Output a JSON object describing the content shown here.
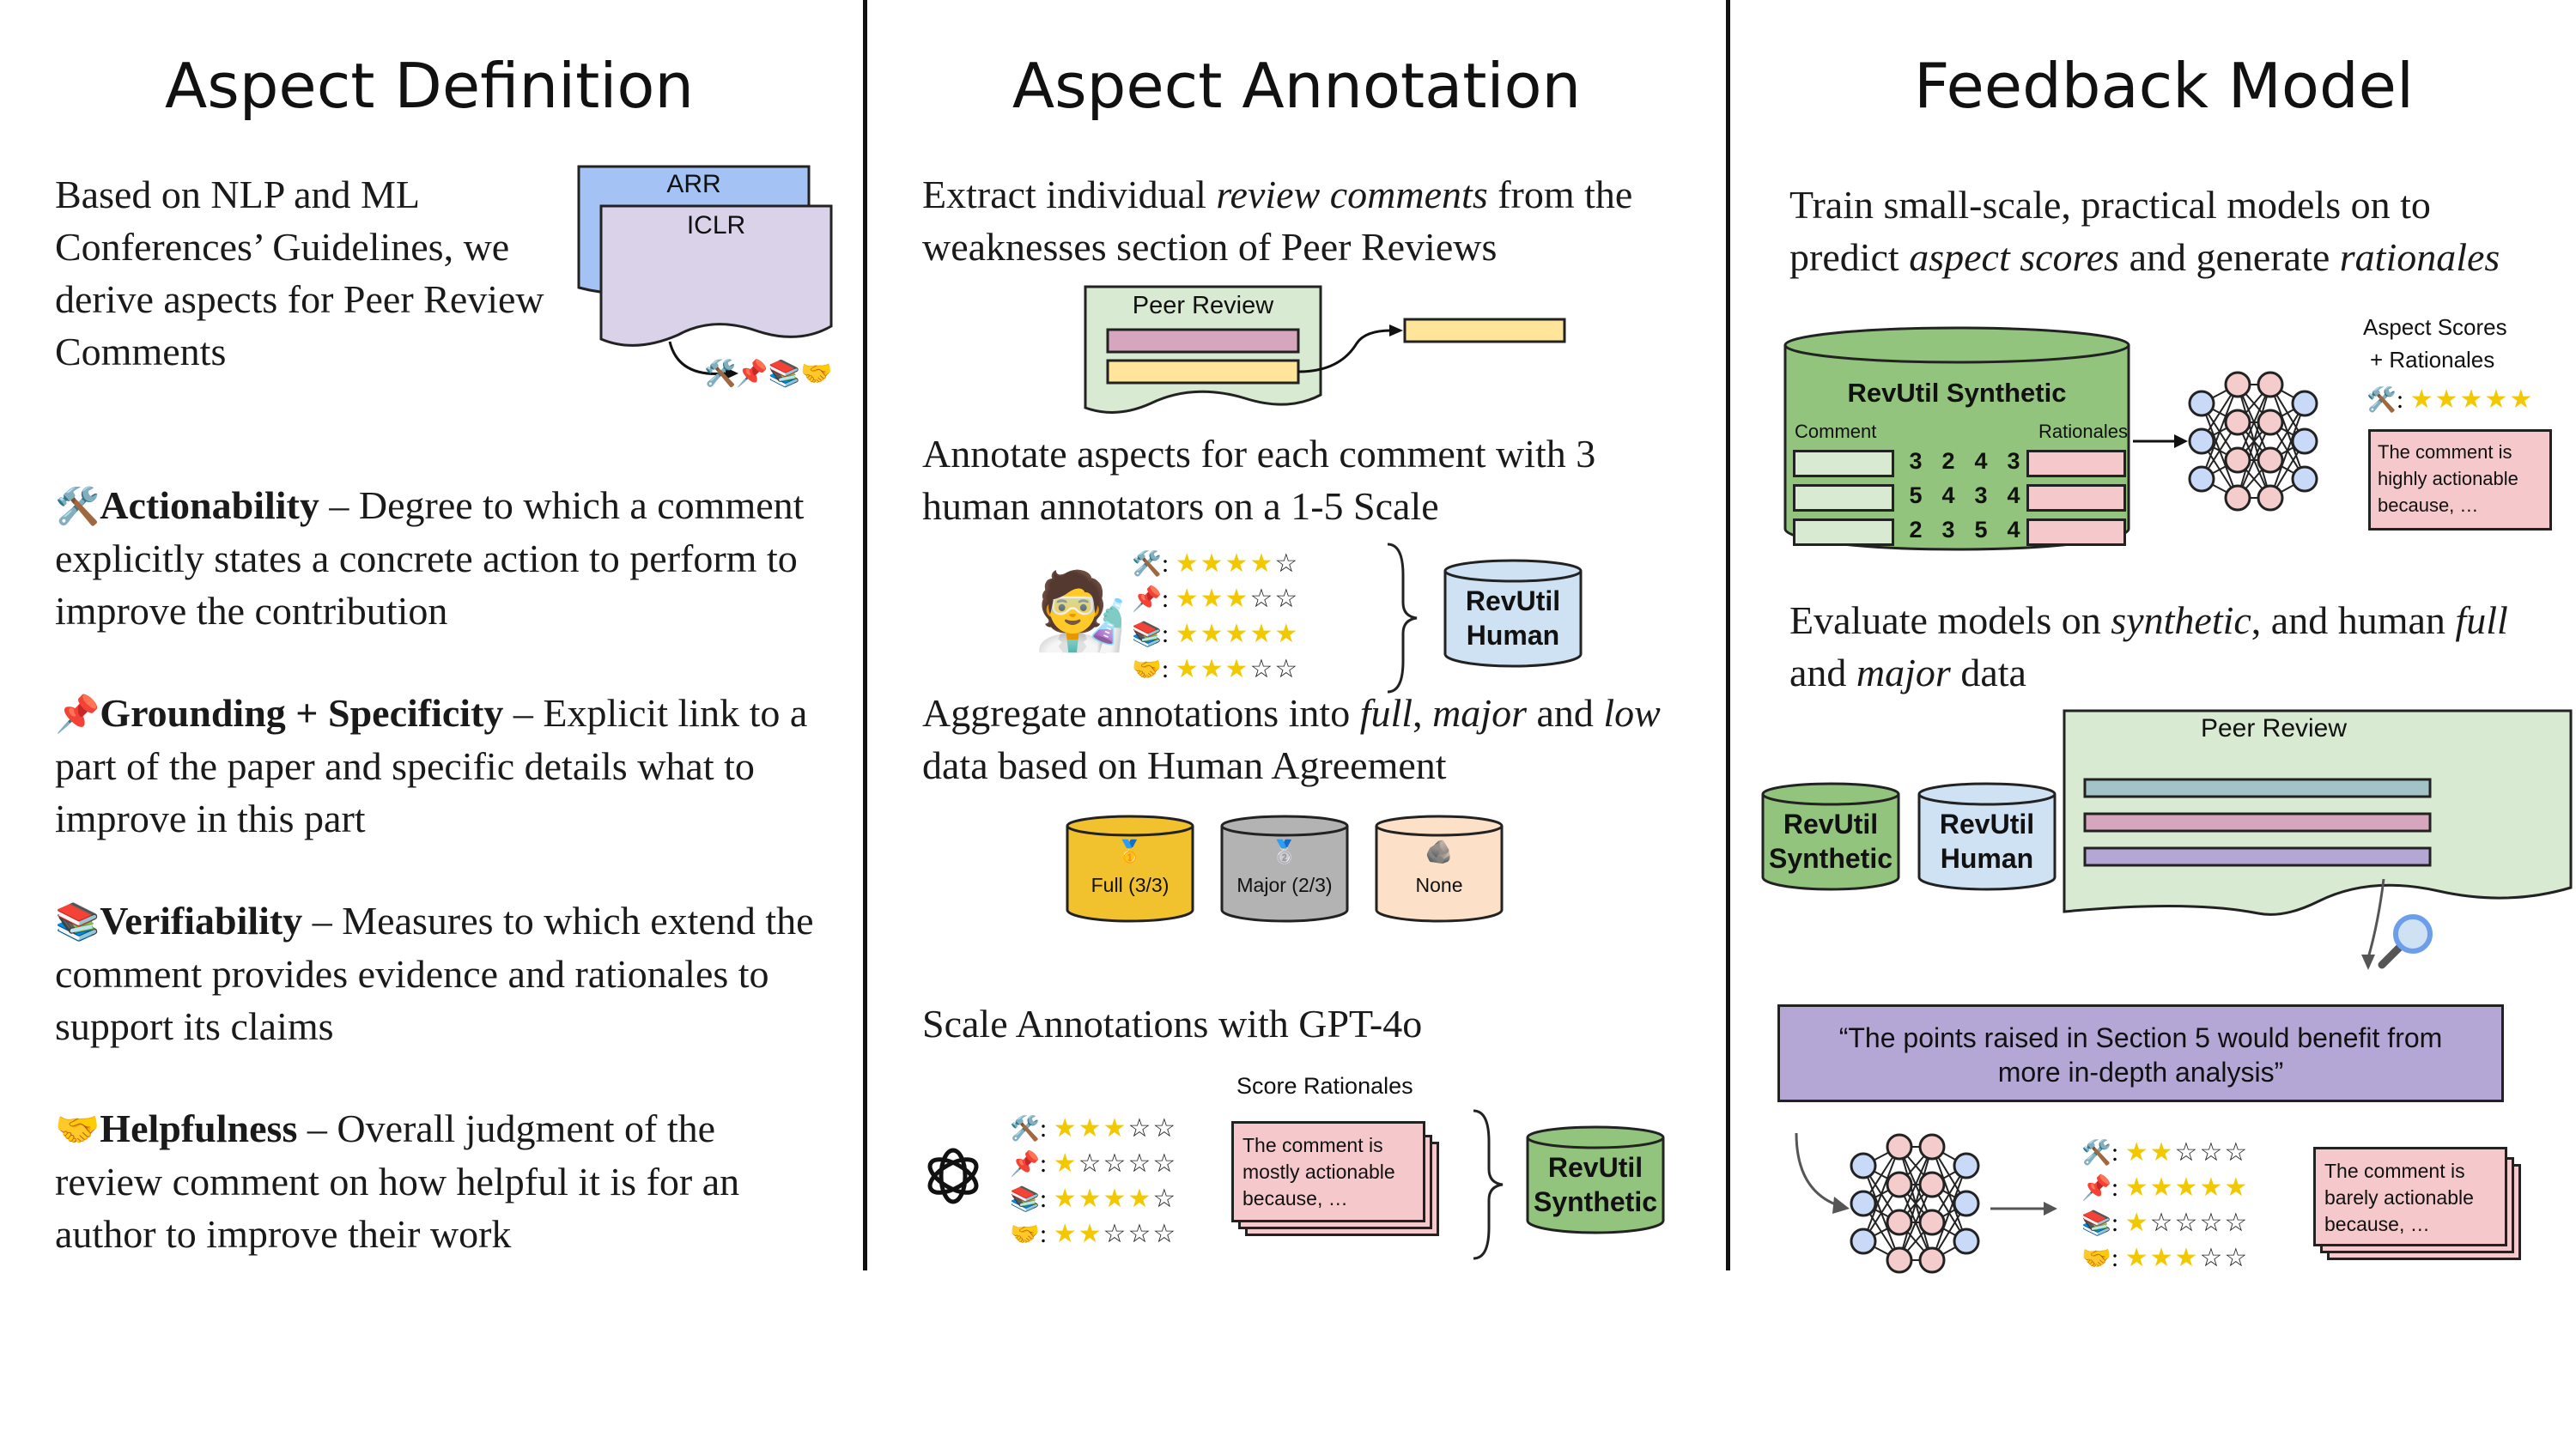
{
  "titles": {
    "definition": "Aspect Definition",
    "annotation": "Aspect Annotation",
    "feedback": "Feedback Model"
  },
  "definition": {
    "intro": "Based on NLP and ML Conferences’ Guidelines, we derive aspects for Peer Review Comments",
    "doc_back": "ARR",
    "doc_front": "ICLR",
    "aspects_icons": "🛠️📌📚🤝",
    "aspects": [
      {
        "icon": "🛠️",
        "name": "Actionability",
        "desc": " – Degree to which a comment explicitly states a concrete action to perform to improve the contribution"
      },
      {
        "icon": "📌",
        "name": "Grounding + Specificity",
        "desc": " – Explicit link to a part of the paper and specific details what to improve in this part"
      },
      {
        "icon": "📚",
        "name": "Verifiability",
        "desc": " – Measures to which extend the comment provides evidence and rationales to support its claims"
      },
      {
        "icon": "🤝",
        "name": "Helpfulness",
        "desc": " – Overall judgment of the review comment on how helpful it is for an author to improve their work"
      }
    ]
  },
  "annotation": {
    "step1_pre": "Extract individual ",
    "step1_em": "review comments",
    "step1_post": " from the weaknesses section of Peer Reviews",
    "peer_review_label": "Peer Review",
    "step2": "Annotate aspects for each comment with 3 human annotators on a 1-5 Scale",
    "human_ratings": [
      4,
      3,
      5,
      3
    ],
    "revutil_human": [
      "RevUtil",
      "Human"
    ],
    "step3_a": "Aggregate annotations into ",
    "step3_full": "full",
    "step3_b": ", ",
    "step3_major": "major",
    "step3_c": " and ",
    "step3_low": "low",
    "step3_d": " data based on Human Agreement",
    "buckets": [
      {
        "icon": "🥇",
        "label": "Full (3/3)",
        "color": "#f2c12e"
      },
      {
        "icon": "🥈",
        "label": "Major (2/3)",
        "color": "#b3b3b3"
      },
      {
        "icon": "🪨",
        "label": "None",
        "color": "#fde0c8"
      }
    ],
    "step4": "Scale Annotations with GPT-4o",
    "gpt_ratings": [
      3,
      1,
      4,
      2
    ],
    "score_rationales_label": "Score Rationales",
    "rationale_text": "The comment is mostly actionable because, …",
    "revutil_synthetic": [
      "RevUtil",
      "Synthetic"
    ]
  },
  "feedback": {
    "train_pre": "Train small-scale, practical models on  to predict ",
    "train_em1": "aspect scores",
    "train_mid": " and generate ",
    "train_em2": "rationales",
    "db_title": "RevUtil Synthetic",
    "db_comment": "Comment",
    "db_rationales": "Rationales",
    "db_rows": [
      [
        "3",
        "2",
        "4",
        "3"
      ],
      [
        "5",
        "4",
        "3",
        "4"
      ],
      [
        "2",
        "3",
        "5",
        "4"
      ]
    ],
    "aspect_scores_label_1": "Aspect Scores",
    "aspect_scores_label_2": "+ Rationales",
    "out_rating": 5,
    "out_rationale": "The comment is highly actionable because, …",
    "eval_pre": "Evaluate models on ",
    "eval_em1": "synthetic",
    "eval_mid": ", and human ",
    "eval_em2": "full",
    "eval_and": "and ",
    "eval_em3": "major",
    "eval_post": " data",
    "revutil_synthetic": [
      "RevUtil",
      "Synthetic"
    ],
    "revutil_human": [
      "RevUtil",
      "Human"
    ],
    "peer_review_label": "Peer Review",
    "quote": "“The points raised in Section 5 would benefit from more in-depth analysis”",
    "final_ratings": [
      2,
      5,
      1,
      3
    ],
    "final_rationale": "The comment is barely actionable because, …"
  },
  "colors": {
    "green": "#c9e4bd",
    "green_dark": "#8cc97a",
    "blue": "#cfe2f3",
    "purple": "#b4a7d6",
    "lavender": "#d9d2e9",
    "pink": "#f5c9cb",
    "yellow": "#ffe599",
    "node_pink": "#f4cccc",
    "node_blue": "#c9daf8",
    "star": "#f2c800"
  }
}
